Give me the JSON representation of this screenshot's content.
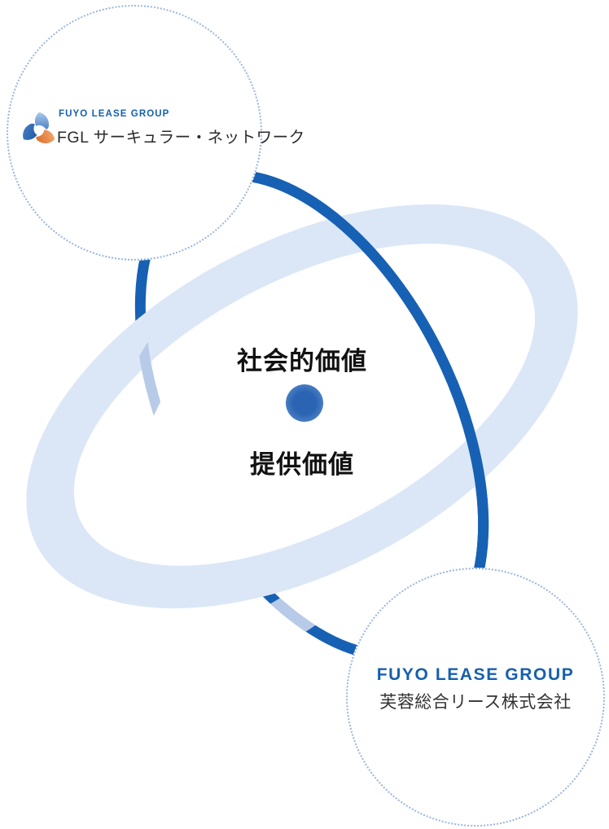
{
  "colors": {
    "ring": "#1761b4",
    "ring_faint": "#b7cbe9",
    "band": "#dbe7f7",
    "band_inner": "#ffffff",
    "dot_core": "#2b64b3",
    "dot_edge": "#6f9dd5",
    "circle_dots": "#9ab5dc",
    "brand_blue": "#1660ae",
    "text_dark": "#111111",
    "logo_blue_light": "#8fb4e0",
    "logo_blue_dark": "#1b57a5",
    "logo_orange": "#dd7128"
  },
  "center": {
    "label_top": "社会的価値",
    "label_bottom": "提供価値"
  },
  "fgl_circle": {
    "brand": "FUYO LEASE GROUP",
    "name": "FGL サーキュラー・ネットワーク"
  },
  "fuyo_circle": {
    "brand": "FUYO LEASE GROUP",
    "name": "芙蓉総合リース株式会社"
  }
}
